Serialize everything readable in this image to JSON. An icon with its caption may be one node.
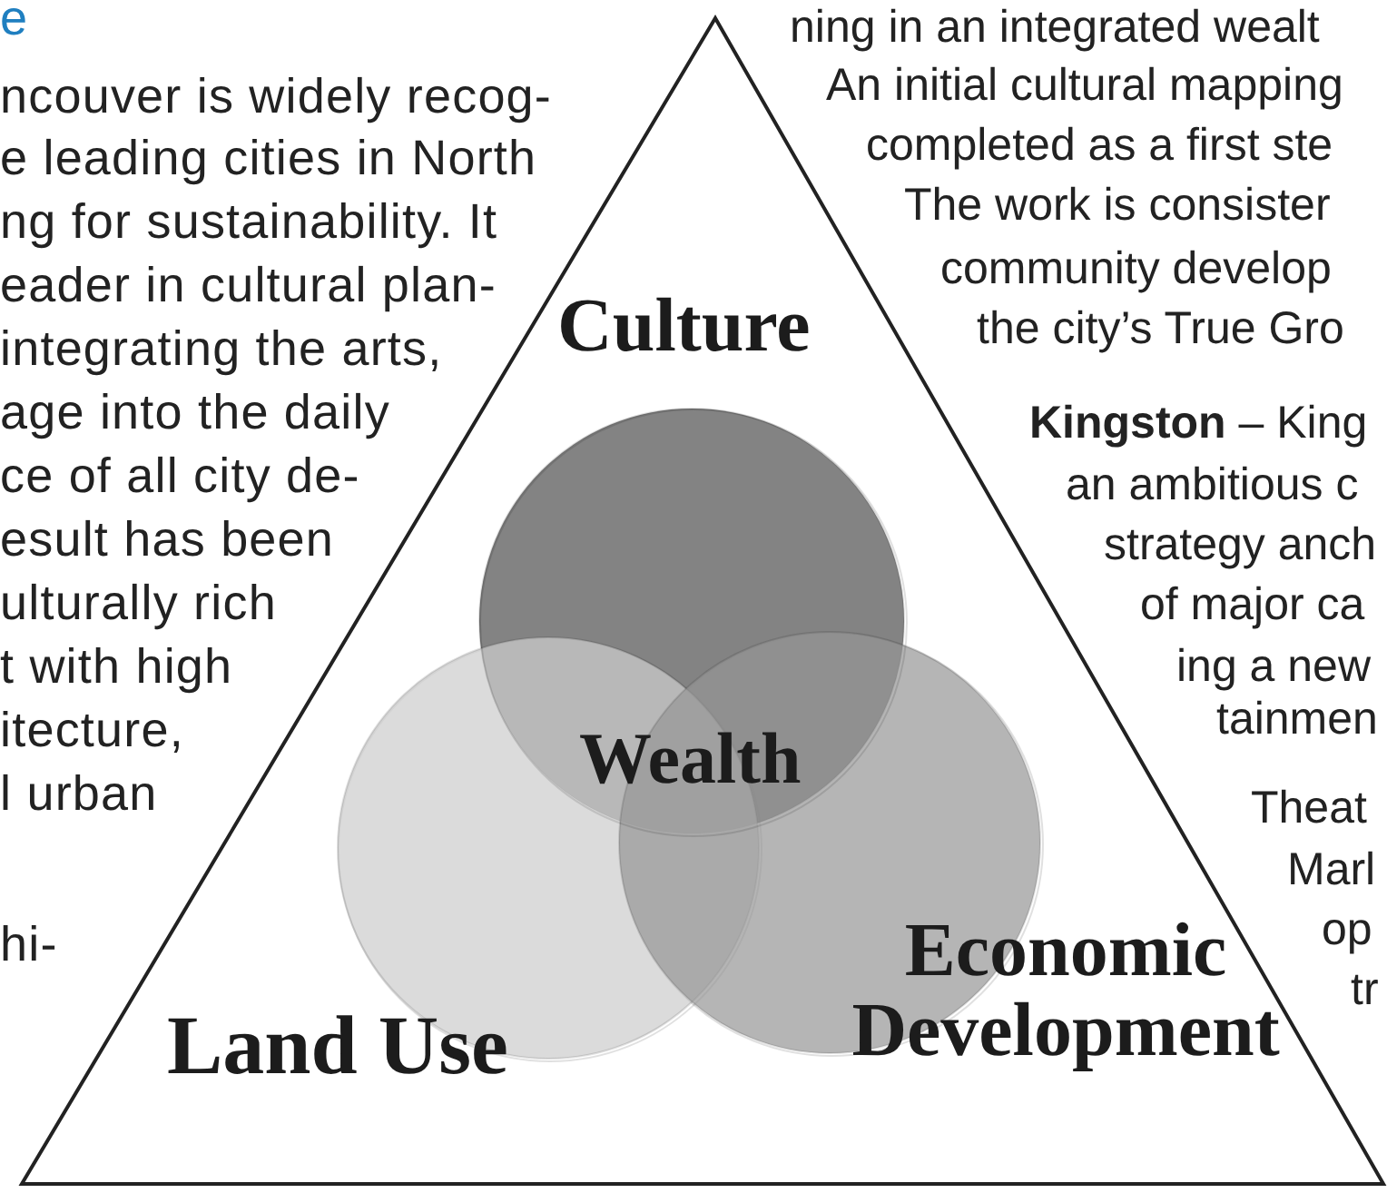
{
  "diagram": {
    "nodes": [
      {
        "text": [
          "Culture",
          "Land Use",
          "Economic Development"
        ]
      },
      {
        "text": [],
        "shape": "circle",
        "in": 0
      },
      {
        "text": [],
        "shape": "circle",
        "in": 0
      },
      {
        "text": [],
        "shape": "circle",
        "in": 0
      },
      {
        "text": [
          "Wealth"
        ],
        "in": 1
      }
    ],
    "labels": [
      "e",
      "ncouver is widely recog-",
      "e leading cities in North",
      "ng for sustainability. It",
      "eader in cultural plan-",
      "integrating the arts,",
      "age into the daily",
      "ce of all city de-",
      "esult has been",
      "ulturally rich",
      "t with high",
      "itecture,",
      "l urban",
      "hi-",
      "ning in an integrated wealt",
      "An initial cultural mapping",
      "completed as a first ste",
      "The work is consister",
      "community develop",
      "the city’s True Gro",
      "**Kingston** – King",
      "an ambitious c",
      "strategy anch",
      "of major ca",
      "ing a new",
      "tainmen",
      "Theat",
      "Marl",
      "op",
      "tr"
    ]
  }
}
